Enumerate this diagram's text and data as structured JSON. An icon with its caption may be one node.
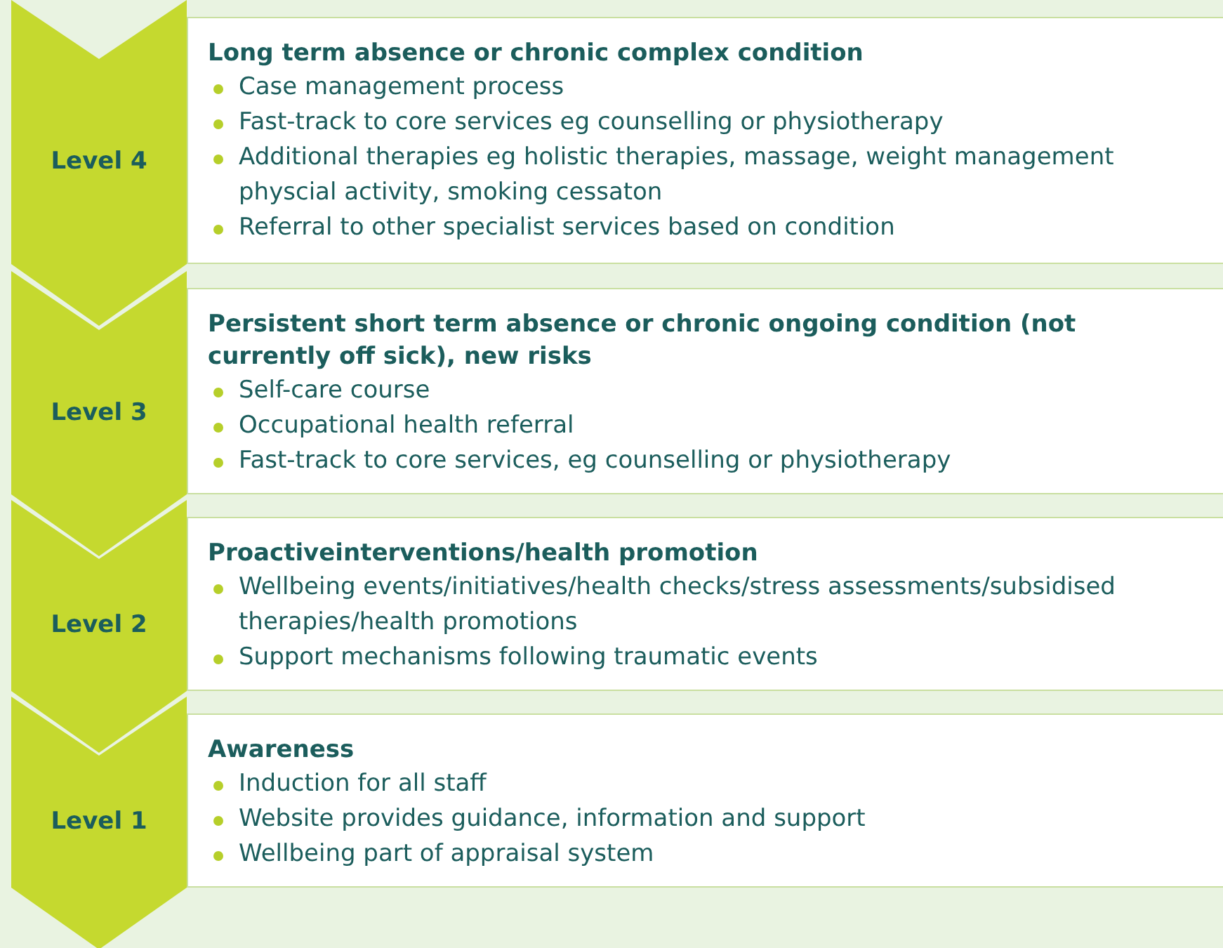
{
  "diagram": {
    "nodes": [
      {
        "text": [
          "Level 4"
        ]
      },
      {
        "text": [
          "Long term absence or chronic complex condition",
          "Case management process",
          "Fast-track to core services eg counselling or physiotherapy",
          "Additional therapies eg holistic therapies, massage, weight management physcial activity, smoking cessaton",
          "Referral to other specialist services based on condition"
        ]
      },
      {
        "text": [
          "Level 3"
        ]
      },
      {
        "text": [
          "Persistent short term absence or chronic ongoing condition (not currently off sick), new risks",
          "Self-care course",
          "Occupational health referral",
          "Fast-track to core services, eg counselling or physiotherapy"
        ]
      },
      {
        "text": [
          "Level 2"
        ]
      },
      {
        "text": [
          "Proactiveinterventions/health promotion",
          "Wellbeing events/initiatives/health checks/stress assessments/subsidised therapies/health promotions",
          "Support mechanisms following traumatic events"
        ]
      },
      {
        "text": [
          "Level 1"
        ]
      },
      {
        "text": [
          "Awareness",
          "Induction for all staff",
          "Website provides guidance, information and support",
          "Wellbeing part of appraisal system"
        ]
      }
    ]
  }
}
